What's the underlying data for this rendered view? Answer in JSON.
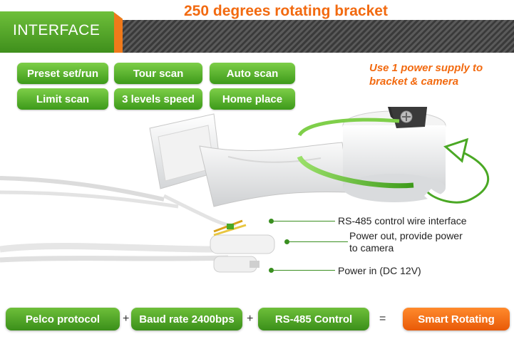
{
  "header": {
    "tab_label": "INTERFACE",
    "title": "250 degrees rotating bracket"
  },
  "features": [
    "Preset set/run",
    "Tour scan",
    "Auto scan",
    "Limit scan",
    "3 levels speed",
    "Home place"
  ],
  "power_note": {
    "line1": "Use 1 power supply to",
    "line2": "bracket & camera"
  },
  "callouts": {
    "rs485": "RS-485 control wire interface",
    "power_out_line1": "Power out, provide power",
    "power_out_line2": "to camera",
    "power_in": "Power in (DC 12V)"
  },
  "formula": {
    "item1": "Pelco protocol",
    "item2": "Baud rate 2400bps",
    "item3": "RS-485 Control",
    "result": "Smart Rotating",
    "plus": "+",
    "equals": "="
  },
  "colors": {
    "accent_orange": "#f26a10",
    "accent_green": "#3d9a1a"
  }
}
